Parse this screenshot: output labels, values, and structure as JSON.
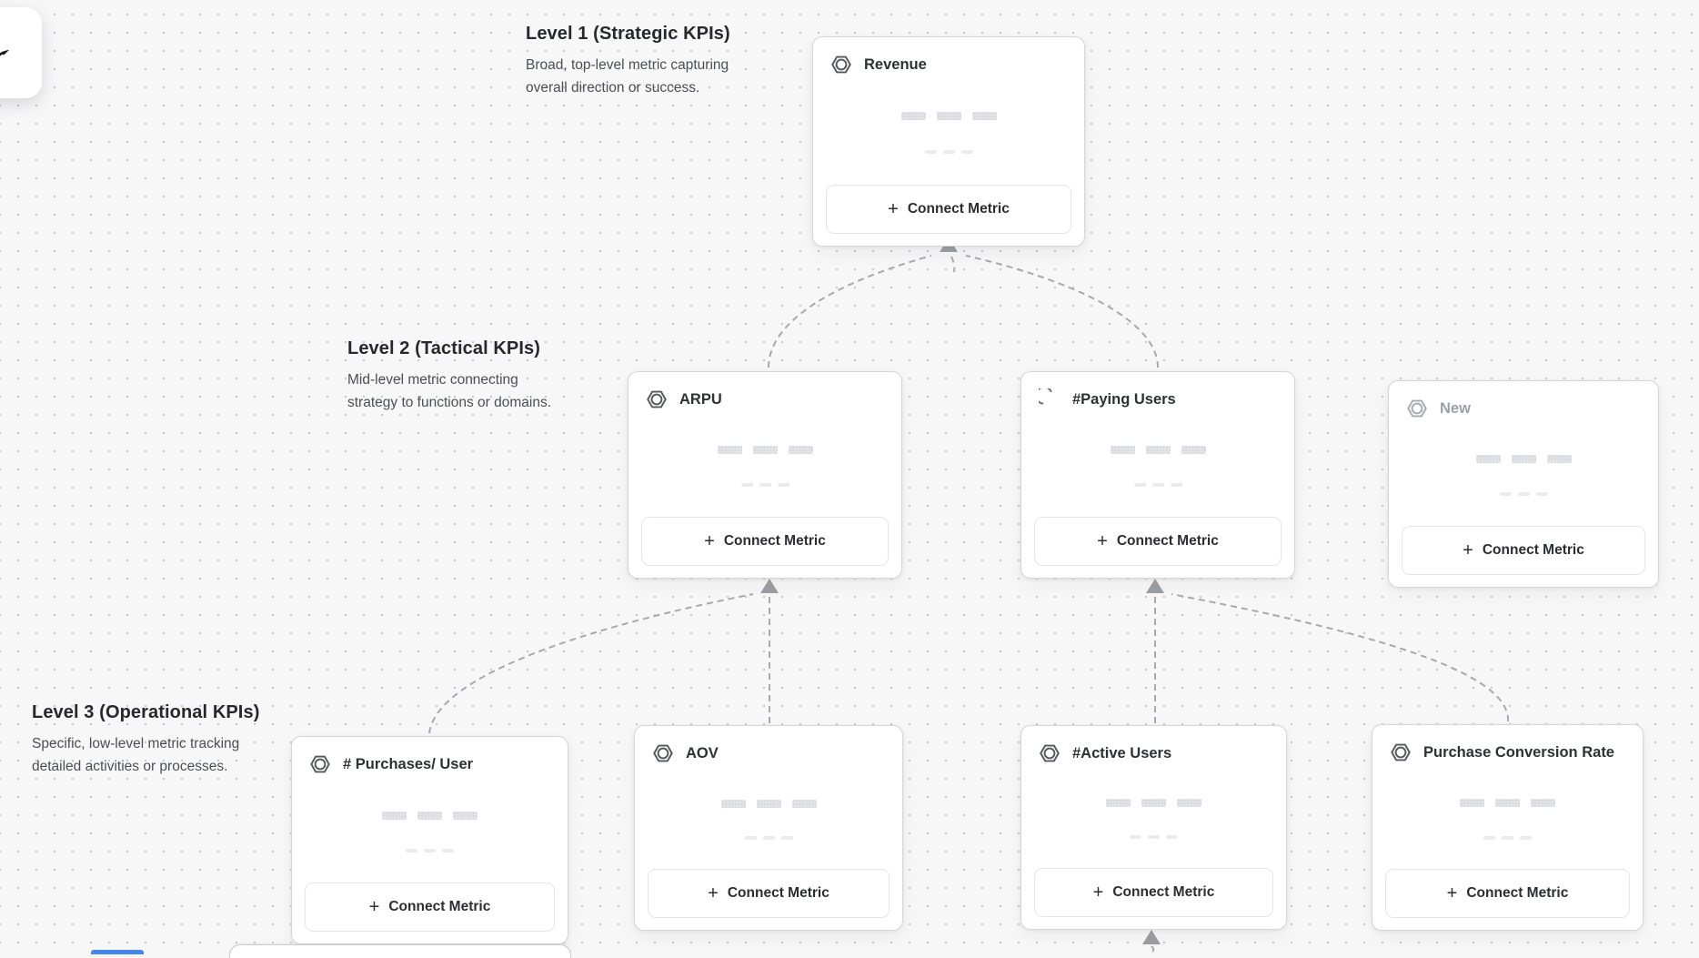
{
  "canvas": {
    "background": "#f7f7f8",
    "dot_color": "#c7c9cd"
  },
  "icons": {
    "plus": "+"
  },
  "levels": [
    {
      "title": "Level 1 (Strategic KPIs)",
      "description_lines": [
        "Broad, top-level metric capturing",
        "overall direction or success."
      ]
    },
    {
      "title": "Level 2 (Tactical KPIs)",
      "description_lines": [
        "Mid-level metric connecting",
        "strategy to functions or domains."
      ]
    },
    {
      "title": "Level 3 (Operational KPIs)",
      "description_lines": [
        "Specific, low-level metric tracking",
        "detailed activities or processes."
      ]
    }
  ],
  "cards": [
    {
      "title": "Revenue",
      "level": 1,
      "icon": "metric-hexagon",
      "state": "default",
      "button_label": "Connect Metric"
    },
    {
      "title": "ARPU",
      "level": 2,
      "icon": "metric-hexagon",
      "state": "default",
      "button_label": "Connect Metric"
    },
    {
      "title": "#Paying Users",
      "level": 2,
      "icon": "spinner",
      "state": "loading",
      "button_label": "Connect Metric"
    },
    {
      "title": "New",
      "level": 2,
      "icon": "metric-hexagon",
      "state": "draft",
      "button_label": "Connect Metric"
    },
    {
      "title": "# Purchases/ User",
      "level": 3,
      "icon": "metric-hexagon",
      "state": "default",
      "button_label": "Connect Metric"
    },
    {
      "title": "AOV",
      "level": 3,
      "icon": "metric-hexagon",
      "state": "default",
      "button_label": "Connect Metric"
    },
    {
      "title": "#Active Users",
      "level": 3,
      "icon": "metric-hexagon",
      "state": "default",
      "button_label": "Connect Metric"
    },
    {
      "title": "Purchase Conversion Rate",
      "level": 3,
      "icon": "metric-hexagon",
      "state": "default",
      "button_label": "Connect Metric"
    }
  ],
  "connections": [
    {
      "from": "ARPU",
      "to": "Revenue"
    },
    {
      "from": "#Paying Users",
      "to": "Revenue"
    },
    {
      "from": "# Purchases/ User",
      "to": "ARPU"
    },
    {
      "from": "AOV",
      "to": "ARPU"
    },
    {
      "from": "#Active Users",
      "to": "#Paying Users"
    },
    {
      "from": "Purchase Conversion Rate",
      "to": "#Paying Users"
    },
    {
      "from": "(offscreen card)",
      "to": "#Active Users"
    }
  ],
  "connector_style": {
    "stroke": "#a6a9ad",
    "arrow_fill": "#9b9fa4",
    "dashed": true
  }
}
